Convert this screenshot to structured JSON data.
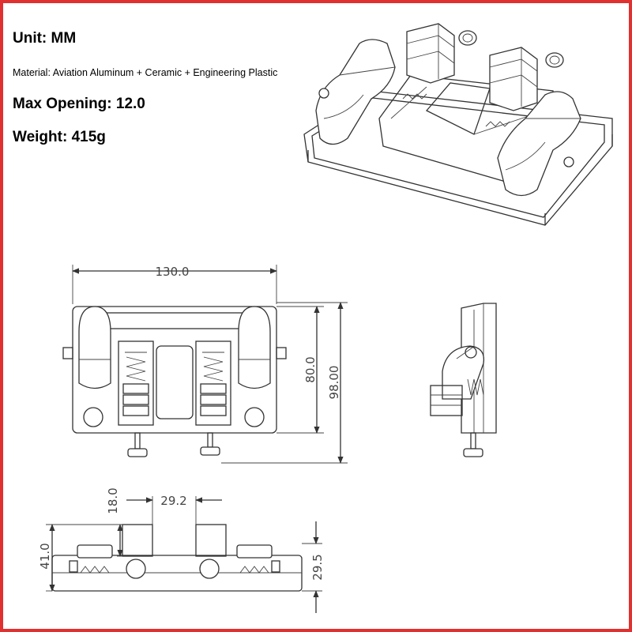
{
  "specs": {
    "unit": "Unit: MM",
    "material": "Material: Aviation Aluminum + Ceramic + Engineering Plastic",
    "max_opening": "Max Opening: 12.0",
    "weight": "Weight: 415g"
  },
  "dimensions": {
    "width_total": "130.0",
    "height_inner": "80.0",
    "height_total": "98.00",
    "jaw_height": "18.0",
    "jaw_spacing": "29.2",
    "side_height": "41.0",
    "base_height": "29.5"
  },
  "colors": {
    "frame": "#e03030",
    "line": "#333333"
  }
}
